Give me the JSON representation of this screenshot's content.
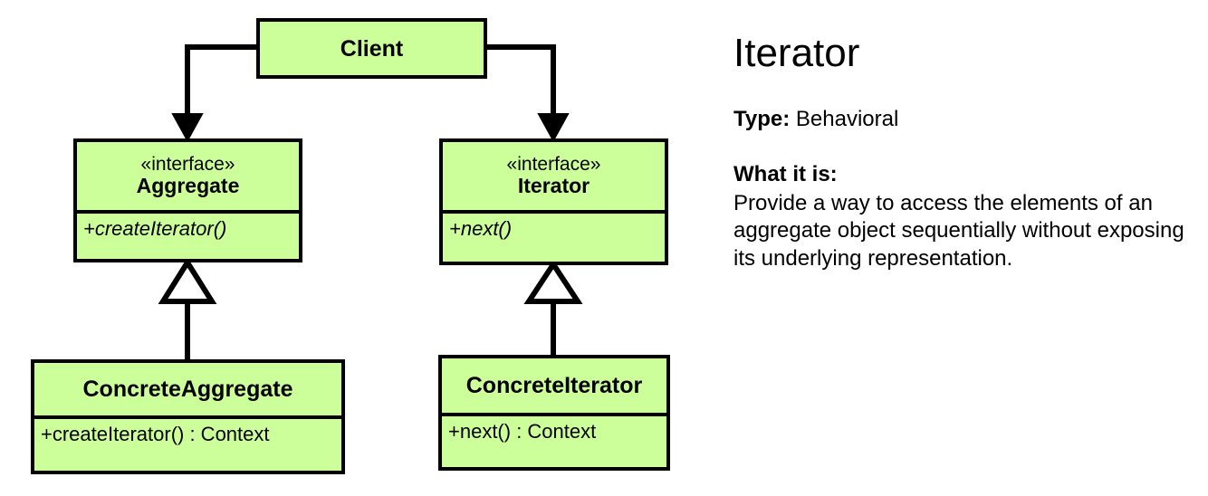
{
  "diagram": {
    "type": "uml-class-diagram",
    "boxes": {
      "client": {
        "name": "Client",
        "stereotype": "",
        "members": []
      },
      "aggregate": {
        "stereotype": "«interface»",
        "name": "Aggregate",
        "members": [
          "+createIterator()"
        ]
      },
      "iterator": {
        "stereotype": "«interface»",
        "name": "Iterator",
        "members": [
          "+next()"
        ]
      },
      "concrete_aggregate": {
        "stereotype": "",
        "name": "ConcreteAggregate",
        "members": [
          "+createIterator() : Context"
        ]
      },
      "concrete_iterator": {
        "stereotype": "",
        "name": "ConcreteIterator",
        "members": [
          "+next() : Context"
        ]
      }
    },
    "relationships": [
      {
        "kind": "association-directed",
        "from": "Client",
        "to": "Aggregate"
      },
      {
        "kind": "association-directed",
        "from": "Client",
        "to": "Iterator"
      },
      {
        "kind": "generalization",
        "from": "ConcreteAggregate",
        "to": "Aggregate"
      },
      {
        "kind": "generalization",
        "from": "ConcreteIterator",
        "to": "Iterator"
      }
    ],
    "colors": {
      "box_fill": "#ccff99",
      "box_border": "#000000",
      "line": "#000000",
      "page_background": "#ffffff",
      "text": "#000000"
    }
  },
  "info": {
    "title": "Iterator",
    "type_label": "Type:",
    "type_value": "Behavioral",
    "what_label": "What it is:",
    "what_text": "Provide a way to access the elements of an aggregate object sequentially without exposing its underlying representation."
  }
}
